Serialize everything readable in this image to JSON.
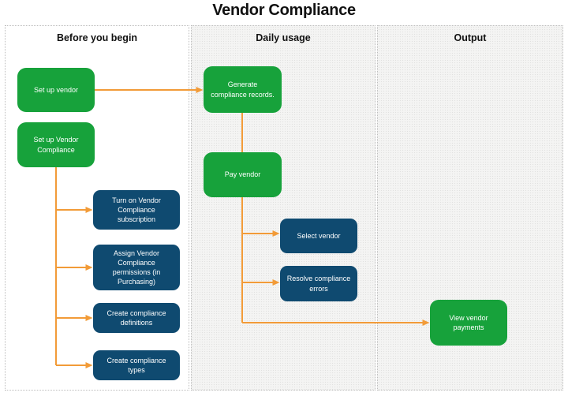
{
  "title": "Vendor Compliance",
  "columns": [
    {
      "label": "Before you begin"
    },
    {
      "label": "Daily usage"
    },
    {
      "label": "Output"
    }
  ],
  "nodes": [
    {
      "id": "set-up-vendor",
      "label": "Set up vendor",
      "color": "green",
      "column": 0
    },
    {
      "id": "set-up-vendor-compliance",
      "label": "Set up Vendor Compliance",
      "color": "green",
      "column": 0
    },
    {
      "id": "turn-on-vendor-compliance-subscription",
      "label": "Turn on Vendor Compliance subscription",
      "color": "blue",
      "column": 0
    },
    {
      "id": "assign-vendor-compliance-permissions",
      "label": "Assign Vendor Compliance permissions (in Purchasing)",
      "color": "blue",
      "column": 0
    },
    {
      "id": "create-compliance-definitions",
      "label": "Create compliance definitions",
      "color": "blue",
      "column": 0
    },
    {
      "id": "create-compliance-types",
      "label": "Create compliance types",
      "color": "blue",
      "column": 0
    },
    {
      "id": "generate-compliance-records",
      "label": "Generate compliance records.",
      "color": "green",
      "column": 1
    },
    {
      "id": "pay-vendor",
      "label": "Pay vendor",
      "color": "green",
      "column": 1
    },
    {
      "id": "select-vendor",
      "label": "Select vendor",
      "color": "blue",
      "column": 1
    },
    {
      "id": "resolve-compliance-errors",
      "label": "Resolve compliance errors",
      "color": "blue",
      "column": 1
    },
    {
      "id": "view-vendor-payments",
      "label": "View vendor payments",
      "color": "green",
      "column": 2
    }
  ],
  "edges": [
    {
      "from": "set-up-vendor",
      "to": "generate-compliance-records"
    },
    {
      "from": "set-up-vendor-compliance",
      "to": "turn-on-vendor-compliance-subscription"
    },
    {
      "from": "set-up-vendor-compliance",
      "to": "assign-vendor-compliance-permissions"
    },
    {
      "from": "set-up-vendor-compliance",
      "to": "create-compliance-definitions"
    },
    {
      "from": "set-up-vendor-compliance",
      "to": "create-compliance-types"
    },
    {
      "from": "generate-compliance-records",
      "to": "pay-vendor"
    },
    {
      "from": "pay-vendor",
      "to": "select-vendor"
    },
    {
      "from": "pay-vendor",
      "to": "resolve-compliance-errors"
    },
    {
      "from": "pay-vendor",
      "to": "view-vendor-payments"
    }
  ],
  "colors": {
    "node_green": "#17A23B",
    "node_blue": "#0F4A70",
    "arrow_orange": "#F29B38",
    "title_text": "#111111",
    "panel_texture_bg": "#F4F4F3"
  }
}
